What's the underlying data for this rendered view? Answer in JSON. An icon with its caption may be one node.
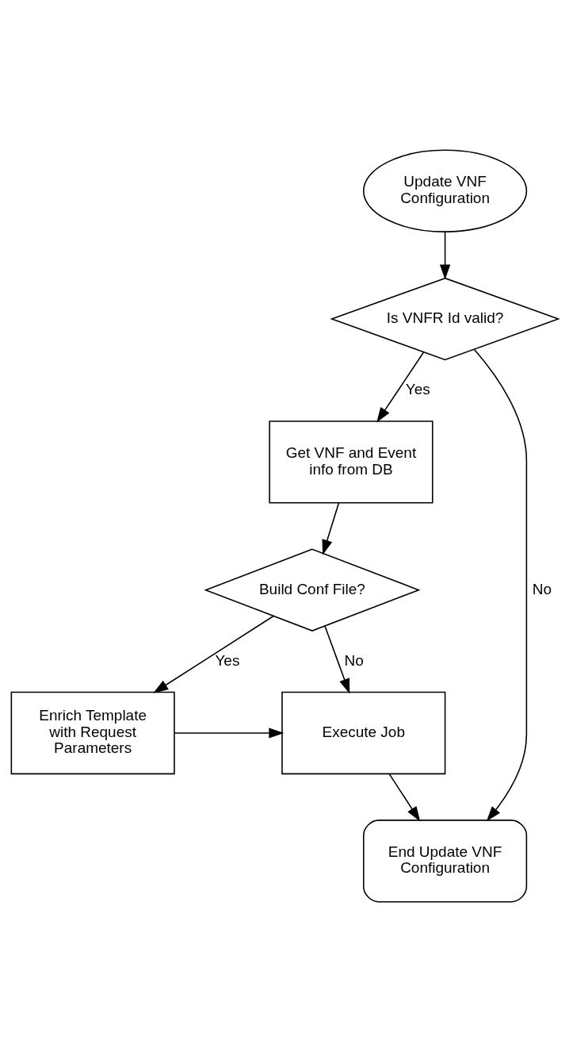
{
  "diagram": {
    "nodes": [
      {
        "text": [
          "Update VNF Configuration"
        ]
      },
      {
        "text": [
          "Is VNFR Id valid?"
        ]
      },
      {
        "text": [
          "Get VNF and Event info from DB"
        ]
      },
      {
        "text": [
          "Build Conf File?"
        ]
      },
      {
        "text": [
          "Enrich Template with Request Parameters"
        ]
      },
      {
        "text": [
          "Execute Job"
        ]
      },
      {
        "text": [
          "End Update VNF Configuration"
        ]
      }
    ],
    "edges": [
      {
        "from": 0,
        "to": 1,
        "arrow": "to"
      },
      {
        "from": 1,
        "to": 2,
        "arrow": "to",
        "label": "Yes"
      },
      {
        "from": 1,
        "to": 6,
        "arrow": "to",
        "label": "No"
      },
      {
        "from": 2,
        "to": 3,
        "arrow": "to"
      },
      {
        "from": 3,
        "to": 4,
        "arrow": "to",
        "label": "Yes"
      },
      {
        "from": 3,
        "to": 5,
        "arrow": "to",
        "label": "No"
      },
      {
        "from": 4,
        "to": 5,
        "arrow": "to"
      },
      {
        "from": 5,
        "to": 6,
        "arrow": "to"
      }
    ]
  }
}
